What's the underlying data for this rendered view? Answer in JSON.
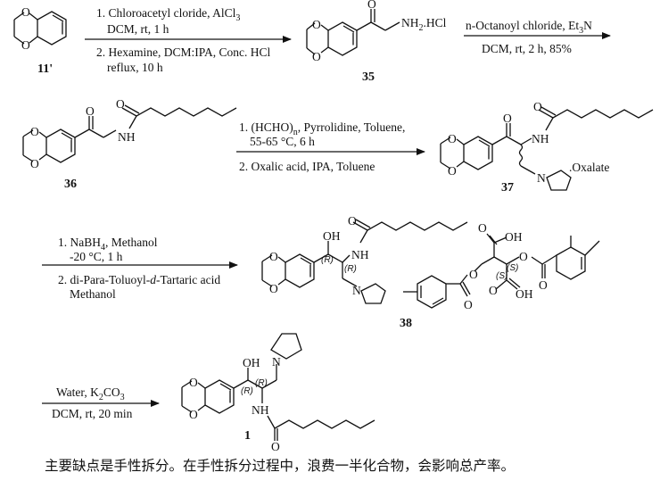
{
  "compounds": {
    "c11": "11'",
    "c35": "35",
    "c36": "36",
    "c37": "37",
    "c38": "38",
    "c1": "1"
  },
  "atoms": {
    "O": "O",
    "OH": "OH",
    "NH": "NH",
    "NH2HCl": "NH",
    "N": "N",
    "oxalate": ".Oxalate",
    "R": "(R)",
    "S": "(S)"
  },
  "steps": {
    "s1_a": "1. Chloroacetyl cloride, AlCl",
    "s1_a_sub": "3",
    "s1_b": "DCM, rt, 1 h",
    "s1_c": "2. Hexamine, DCM:IPA, Conc. HCl",
    "s1_d": "reflux, 10 h",
    "s2_a": "n-Octanoyl chloride, Et",
    "s2_a_sub": "3",
    "s2_a_end": "N",
    "s2_b": "DCM, rt, 2 h, 85%",
    "s3_a": "1. (HCHO)",
    "s3_a_sub": "n",
    "s3_a_end": ", Pyrrolidine, Toluene,",
    "s3_b": "55-65 °C, 6 h",
    "s3_c": "2. Oxalic acid, IPA, Toluene",
    "s4_a": "1. NaBH",
    "s4_a_sub": "4",
    "s4_a_end": ", Methanol",
    "s4_b": "-20 °C, 1 h",
    "s4_c": "2. di-Para-Toluoyl-",
    "s4_c_it": "d",
    "s4_c_end": "-Tartaric acid",
    "s4_d": "Methanol",
    "s5_a": "Water, K",
    "s5_a_sub1": "2",
    "s5_a_mid": "CO",
    "s5_a_sub2": "3",
    "s5_b": "DCM, rt, 20 min"
  },
  "amine_suffix": "2",
  "amine_salt": ".HCl",
  "caption": "主要缺点是手性拆分。在手性拆分过程中，浪费一半化合物，会影响总产率。"
}
